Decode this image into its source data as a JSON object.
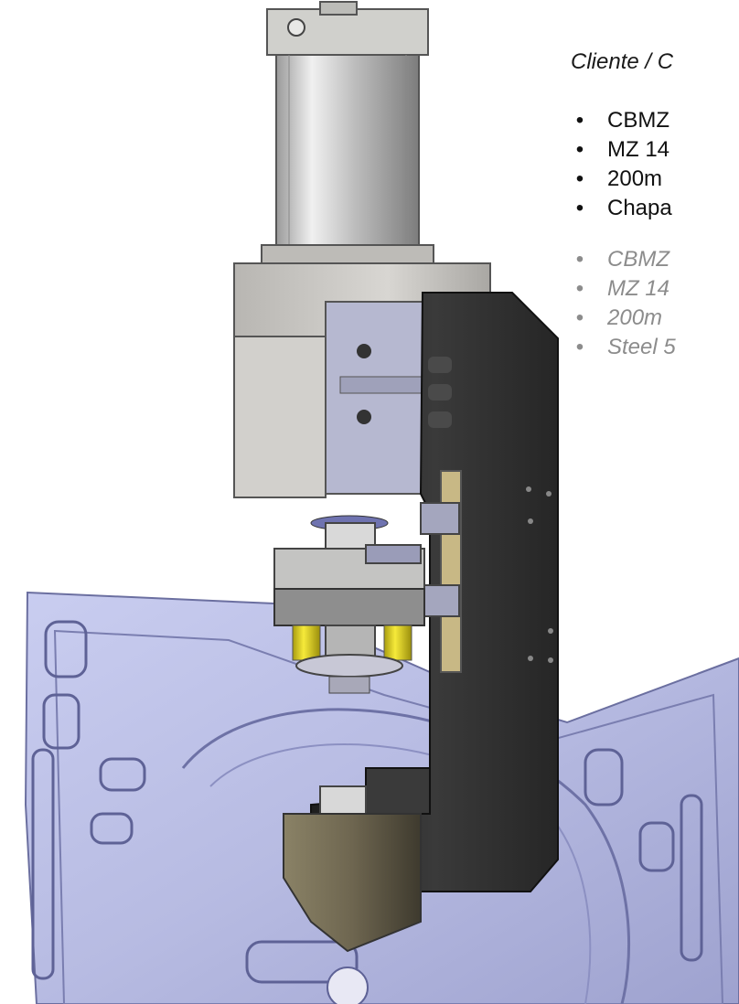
{
  "header": {
    "client_label": "Cliente / C"
  },
  "specs_pt": [
    "CBMZ",
    "MZ 14",
    "200m",
    "Chapa"
  ],
  "specs_en": [
    "CBMZ",
    "MZ 14",
    "200m",
    "Steel 5"
  ],
  "bullet_symbol": "•",
  "colors": {
    "primary_text": "#111111",
    "secondary_text": "#8c8c8c",
    "panel_metal": "#b9bde4",
    "tool_body": "#2f2f2f",
    "cylinder": "#c7c7c7",
    "accent_yellow": "#e6d51f"
  }
}
